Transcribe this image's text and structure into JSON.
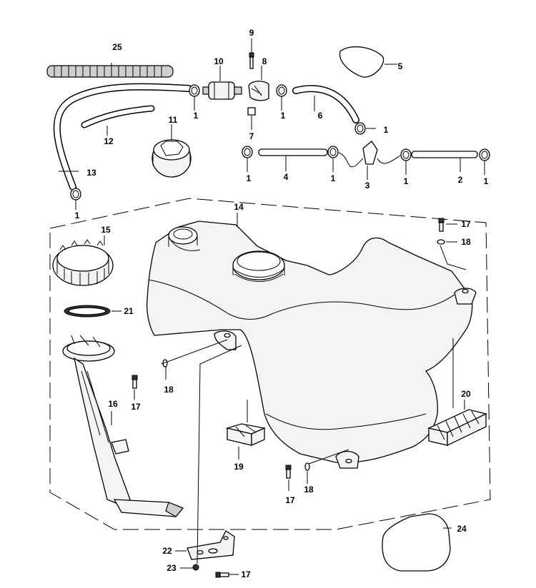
{
  "labels": {
    "l1a": "1",
    "l1b": "1",
    "l1c": "1",
    "l1d": "1",
    "l1e": "1",
    "l1f": "1",
    "l1g": "1",
    "l2": "2",
    "l3": "3",
    "l4": "4",
    "l5": "5",
    "l6": "6",
    "l7": "7",
    "l8": "8",
    "l9": "9",
    "l10": "10",
    "l11": "11",
    "l12": "12",
    "l13": "13",
    "l14": "14",
    "l15": "15",
    "l16": "16",
    "l17a": "17",
    "l17b": "17",
    "l17c": "17",
    "l17d": "17",
    "l18a": "18",
    "l18b": "18",
    "l18c": "18",
    "l19": "19",
    "l20": "20",
    "l21": "21",
    "l22": "22",
    "l23": "23",
    "l24": "24",
    "l25": "25"
  }
}
